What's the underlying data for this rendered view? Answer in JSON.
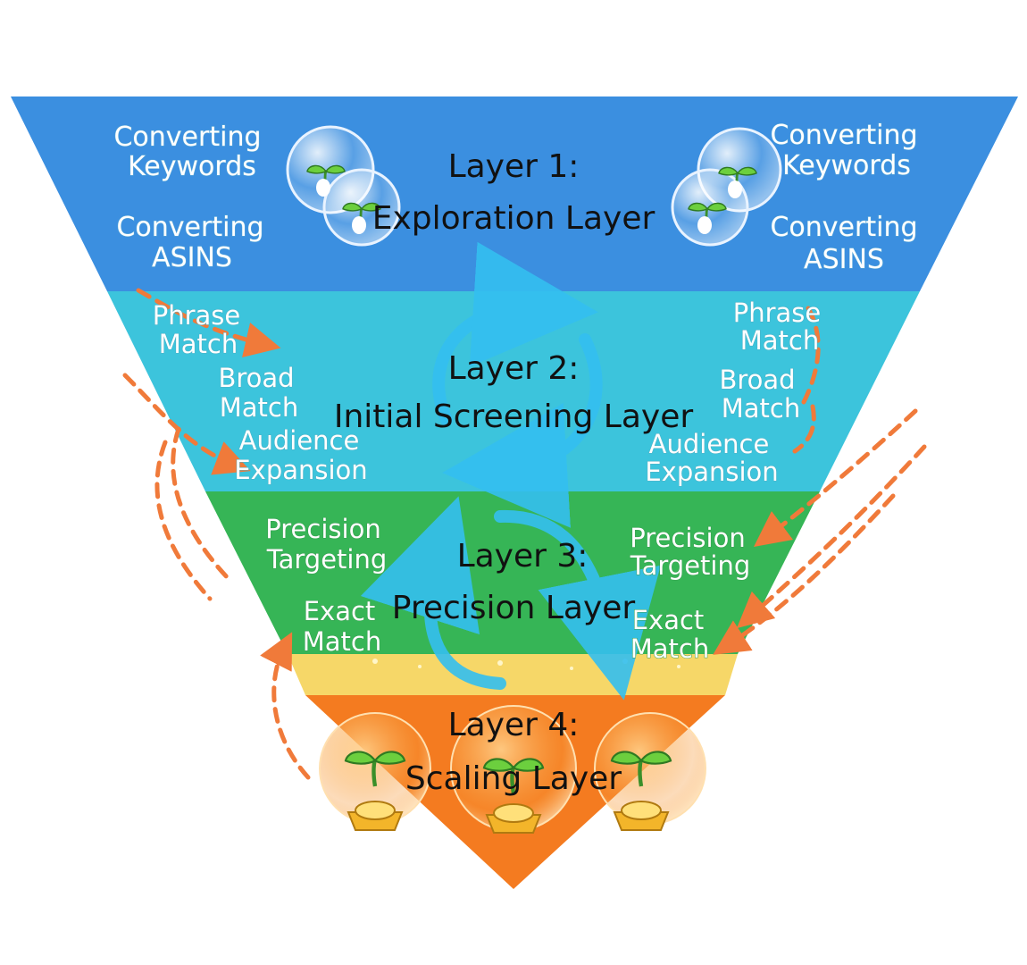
{
  "layers": [
    {
      "title": "Layer 1:",
      "subtitle": "Exploration Layer",
      "color": "#3b8fe0",
      "left_items": [
        "Converting",
        "Keywords",
        "Converting",
        "ASINS"
      ],
      "right_items": [
        "Converting",
        "Keywords",
        "Converting",
        "ASINS"
      ]
    },
    {
      "title": "Layer 2:",
      "subtitle": "Initial Screening Layer",
      "color": "#3cc4dc",
      "left_items": [
        "Phrase",
        "Match",
        "Broad",
        "Match",
        "Audience",
        "Expansion"
      ],
      "right_items": [
        "Phrase",
        "Match",
        "Broad",
        "Match",
        "Audience",
        "Expansion"
      ]
    },
    {
      "title": "Layer 3:",
      "subtitle": "Precision Layer",
      "color": "#36b556",
      "left_items": [
        "Precision",
        "Targeting",
        "Exact",
        "Match"
      ],
      "right_items": [
        "Precision",
        "Targeting",
        "Exact",
        "Match"
      ]
    },
    {
      "title": "Layer 4:",
      "subtitle": "Scaling Layer",
      "color": "#f47b20",
      "left_items": [],
      "right_items": []
    }
  ],
  "colors": {
    "band_gold": "#f6d768",
    "arrow_blue": "#34bff0",
    "arrow_orange": "#f07a3a"
  },
  "icons": [
    "seedling-bubble-icon",
    "sprout-gold-ingot-icon",
    "cycle-arrow-icon"
  ]
}
